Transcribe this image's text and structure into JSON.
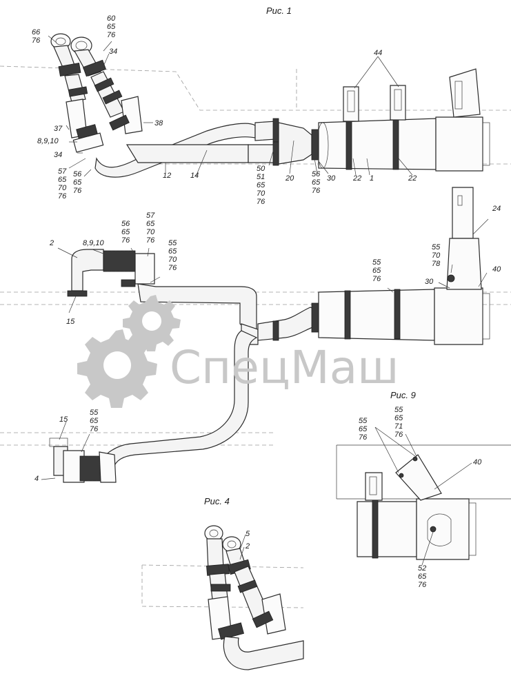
{
  "figures": {
    "fig1": "Рис. 1",
    "fig4": "Рис. 4",
    "fig9": "Рис. 9"
  },
  "watermark": {
    "text": "СпецМаш",
    "icon": "gear-icon",
    "color": "#c8c8c8"
  },
  "callouts": {
    "a_66_76": [
      "66",
      "76"
    ],
    "a_60_65_76": [
      "60",
      "65",
      "76"
    ],
    "a_34_top": [
      "34"
    ],
    "a_37": [
      "37"
    ],
    "a_8910_top": [
      "8,9,10"
    ],
    "a_34_left": [
      "34"
    ],
    "a_57_65_70_76_left": [
      "57",
      "65",
      "70",
      "76"
    ],
    "a_56_65_76_left": [
      "56",
      "65",
      "76"
    ],
    "a_38": [
      "38"
    ],
    "a_12": [
      "12"
    ],
    "a_14": [
      "14"
    ],
    "a_50_51_65_70_76": [
      "50",
      "51",
      "65",
      "70",
      "76"
    ],
    "a_20": [
      "20"
    ],
    "a_56_65_76_mid": [
      "56",
      "65",
      "76"
    ],
    "a_30_top": [
      "30"
    ],
    "a_22_left": [
      "22"
    ],
    "a_1": [
      "1"
    ],
    "a_22_right": [
      "22"
    ],
    "a_44": [
      "44"
    ],
    "b_2": [
      "2"
    ],
    "b_8910": [
      "8,9,10"
    ],
    "b_56_65_76": [
      "56",
      "65",
      "76"
    ],
    "b_57_65_70_76": [
      "57",
      "65",
      "70",
      "76"
    ],
    "b_55_65_70_76": [
      "55",
      "65",
      "70",
      "76"
    ],
    "b_15": [
      "15"
    ],
    "b_55_65_76": [
      "55",
      "65",
      "76"
    ],
    "b_55_70_78": [
      "55",
      "70",
      "78"
    ],
    "b_24": [
      "24"
    ],
    "b_30": [
      "30"
    ],
    "b_40": [
      "40"
    ],
    "c_15": [
      "15"
    ],
    "c_55_65_76": [
      "55",
      "65",
      "76"
    ],
    "c_4": [
      "4"
    ],
    "d_5": [
      "5"
    ],
    "d_2": [
      "2"
    ],
    "e_55_65_76": [
      "55",
      "65",
      "76"
    ],
    "e_55_65_71_76": [
      "55",
      "65",
      "71",
      "76"
    ],
    "e_40": [
      "40"
    ],
    "e_52_65_76": [
      "52",
      "65",
      "76"
    ]
  }
}
